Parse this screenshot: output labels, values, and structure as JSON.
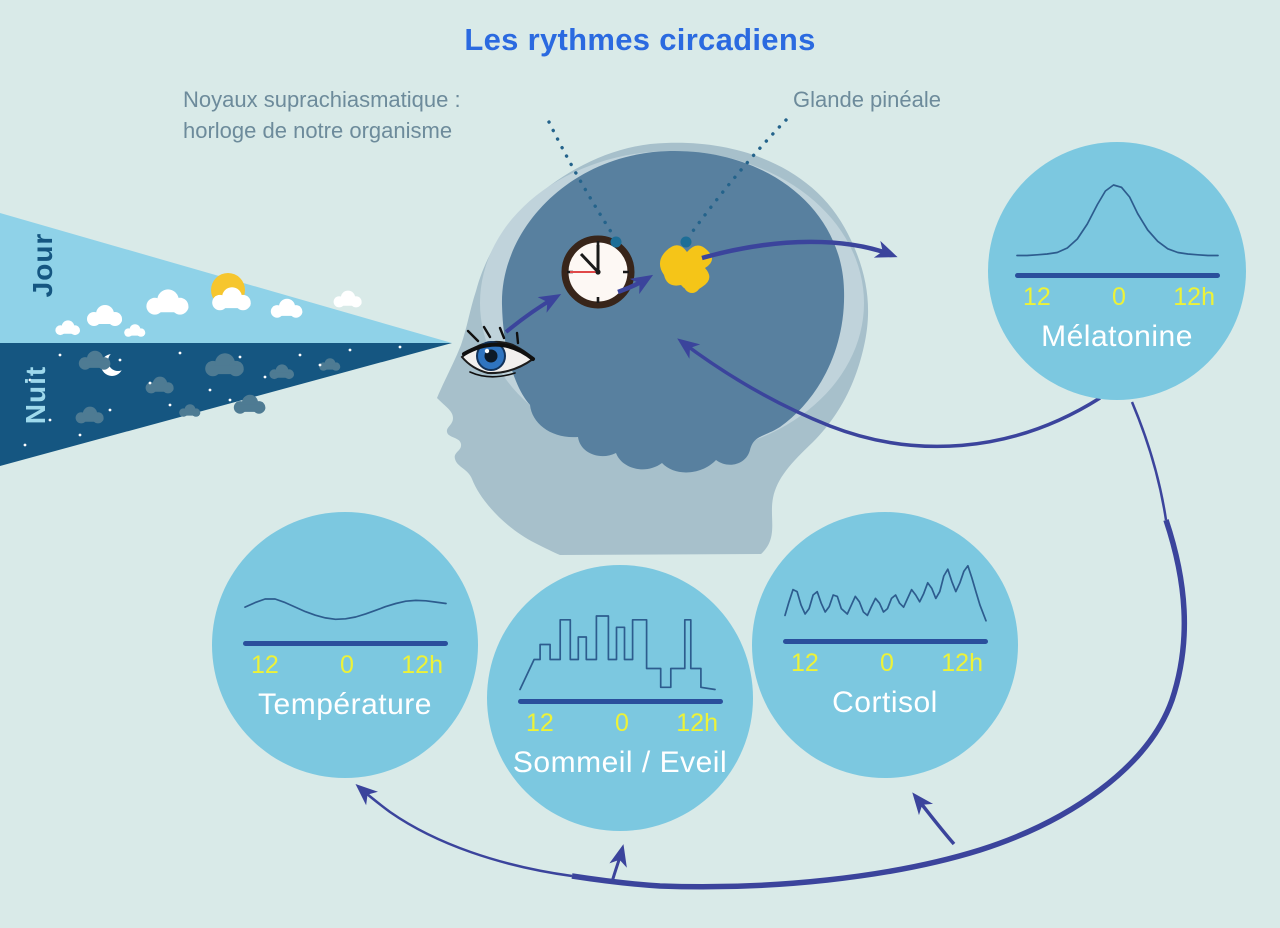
{
  "title": "Les rythmes circadiens",
  "labels": {
    "scn_line1": "Noyaux suprachiasmatique :",
    "scn_line2": "horloge de notre organisme",
    "pineal": "Glande pinéale",
    "day": "Jour",
    "night": "Nuit"
  },
  "bubbles": [
    {
      "id": "melatonine",
      "label": "Mélatonine",
      "ticks": [
        "12",
        "0",
        "12h"
      ],
      "curve_type": "bell",
      "points": [
        [
          0,
          0.06
        ],
        [
          0.05,
          0.06
        ],
        [
          0.1,
          0.07
        ],
        [
          0.15,
          0.08
        ],
        [
          0.2,
          0.1
        ],
        [
          0.25,
          0.16
        ],
        [
          0.3,
          0.28
        ],
        [
          0.35,
          0.48
        ],
        [
          0.4,
          0.74
        ],
        [
          0.44,
          0.92
        ],
        [
          0.48,
          1.0
        ],
        [
          0.52,
          0.97
        ],
        [
          0.56,
          0.84
        ],
        [
          0.6,
          0.62
        ],
        [
          0.65,
          0.4
        ],
        [
          0.7,
          0.25
        ],
        [
          0.75,
          0.15
        ],
        [
          0.8,
          0.1
        ],
        [
          0.85,
          0.08
        ],
        [
          0.9,
          0.07
        ],
        [
          0.95,
          0.06
        ],
        [
          1,
          0.06
        ]
      ]
    },
    {
      "id": "temperature",
      "label": "Température",
      "ticks": [
        "12",
        "0",
        "12h"
      ],
      "curve_type": "wave",
      "points": [
        [
          0,
          0.42
        ],
        [
          0.05,
          0.52
        ],
        [
          0.1,
          0.6
        ],
        [
          0.15,
          0.6
        ],
        [
          0.2,
          0.52
        ],
        [
          0.25,
          0.42
        ],
        [
          0.3,
          0.32
        ],
        [
          0.35,
          0.24
        ],
        [
          0.4,
          0.18
        ],
        [
          0.45,
          0.15
        ],
        [
          0.5,
          0.16
        ],
        [
          0.55,
          0.2
        ],
        [
          0.6,
          0.27
        ],
        [
          0.65,
          0.35
        ],
        [
          0.7,
          0.43
        ],
        [
          0.75,
          0.5
        ],
        [
          0.8,
          0.55
        ],
        [
          0.85,
          0.57
        ],
        [
          0.9,
          0.56
        ],
        [
          0.95,
          0.53
        ],
        [
          1,
          0.5
        ]
      ]
    },
    {
      "id": "sommeil",
      "label": "Sommeil / Eveil",
      "ticks": [
        "12",
        "0",
        "12h"
      ],
      "curve_type": "square",
      "points": [
        [
          0,
          0.02
        ],
        [
          0.07,
          0.42
        ],
        [
          0.1,
          0.42
        ],
        [
          0.1,
          0.62
        ],
        [
          0.15,
          0.62
        ],
        [
          0.15,
          0.42
        ],
        [
          0.2,
          0.42
        ],
        [
          0.2,
          0.95
        ],
        [
          0.25,
          0.95
        ],
        [
          0.25,
          0.42
        ],
        [
          0.29,
          0.42
        ],
        [
          0.29,
          0.72
        ],
        [
          0.33,
          0.72
        ],
        [
          0.33,
          0.42
        ],
        [
          0.38,
          0.42
        ],
        [
          0.38,
          1.0
        ],
        [
          0.44,
          1.0
        ],
        [
          0.44,
          0.42
        ],
        [
          0.48,
          0.42
        ],
        [
          0.48,
          0.85
        ],
        [
          0.52,
          0.85
        ],
        [
          0.52,
          0.42
        ],
        [
          0.56,
          0.42
        ],
        [
          0.56,
          0.95
        ],
        [
          0.63,
          0.95
        ],
        [
          0.63,
          0.3
        ],
        [
          0.7,
          0.3
        ],
        [
          0.7,
          0.05
        ],
        [
          0.75,
          0.05
        ],
        [
          0.75,
          0.3
        ],
        [
          0.82,
          0.3
        ],
        [
          0.82,
          0.95
        ],
        [
          0.85,
          0.95
        ],
        [
          0.85,
          0.3
        ],
        [
          0.9,
          0.3
        ],
        [
          0.9,
          0.05
        ],
        [
          0.97,
          0.02
        ]
      ]
    },
    {
      "id": "cortisol",
      "label": "Cortisol",
      "ticks": [
        "12",
        "0",
        "12h"
      ],
      "curve_type": "oscillation",
      "points": [
        [
          0,
          0.2
        ],
        [
          0.02,
          0.4
        ],
        [
          0.04,
          0.58
        ],
        [
          0.06,
          0.55
        ],
        [
          0.08,
          0.35
        ],
        [
          0.1,
          0.22
        ],
        [
          0.12,
          0.3
        ],
        [
          0.14,
          0.5
        ],
        [
          0.16,
          0.55
        ],
        [
          0.18,
          0.38
        ],
        [
          0.2,
          0.25
        ],
        [
          0.22,
          0.33
        ],
        [
          0.24,
          0.5
        ],
        [
          0.26,
          0.48
        ],
        [
          0.28,
          0.3
        ],
        [
          0.31,
          0.22
        ],
        [
          0.33,
          0.35
        ],
        [
          0.35,
          0.48
        ],
        [
          0.37,
          0.4
        ],
        [
          0.39,
          0.25
        ],
        [
          0.41,
          0.2
        ],
        [
          0.43,
          0.33
        ],
        [
          0.45,
          0.45
        ],
        [
          0.47,
          0.38
        ],
        [
          0.49,
          0.25
        ],
        [
          0.51,
          0.3
        ],
        [
          0.53,
          0.45
        ],
        [
          0.55,
          0.5
        ],
        [
          0.57,
          0.38
        ],
        [
          0.59,
          0.32
        ],
        [
          0.61,
          0.45
        ],
        [
          0.63,
          0.58
        ],
        [
          0.65,
          0.5
        ],
        [
          0.67,
          0.4
        ],
        [
          0.69,
          0.52
        ],
        [
          0.71,
          0.68
        ],
        [
          0.73,
          0.6
        ],
        [
          0.75,
          0.45
        ],
        [
          0.77,
          0.55
        ],
        [
          0.79,
          0.78
        ],
        [
          0.81,
          0.88
        ],
        [
          0.83,
          0.7
        ],
        [
          0.85,
          0.55
        ],
        [
          0.87,
          0.68
        ],
        [
          0.89,
          0.85
        ],
        [
          0.91,
          0.93
        ],
        [
          0.93,
          0.75
        ],
        [
          0.95,
          0.55
        ],
        [
          0.97,
          0.35
        ],
        [
          1,
          0.12
        ]
      ]
    }
  ],
  "colors": {
    "bg": "#d9eae8",
    "bubble": "#7cc8e0",
    "arrow": "#3b449c",
    "axis": "#2a4f9c",
    "curve": "#2d5c8e",
    "tick": "#edf238",
    "title": "#2b6ae0",
    "note": "#6d8b9b",
    "day": "#8fd2e8",
    "night": "#155681",
    "nightcloud": "#4e7b93",
    "sun": "#f6c62e",
    "pineal": "#f5c518",
    "head": "#a7c0cb",
    "skull": "#c0d3db",
    "brain": "#58809f"
  }
}
